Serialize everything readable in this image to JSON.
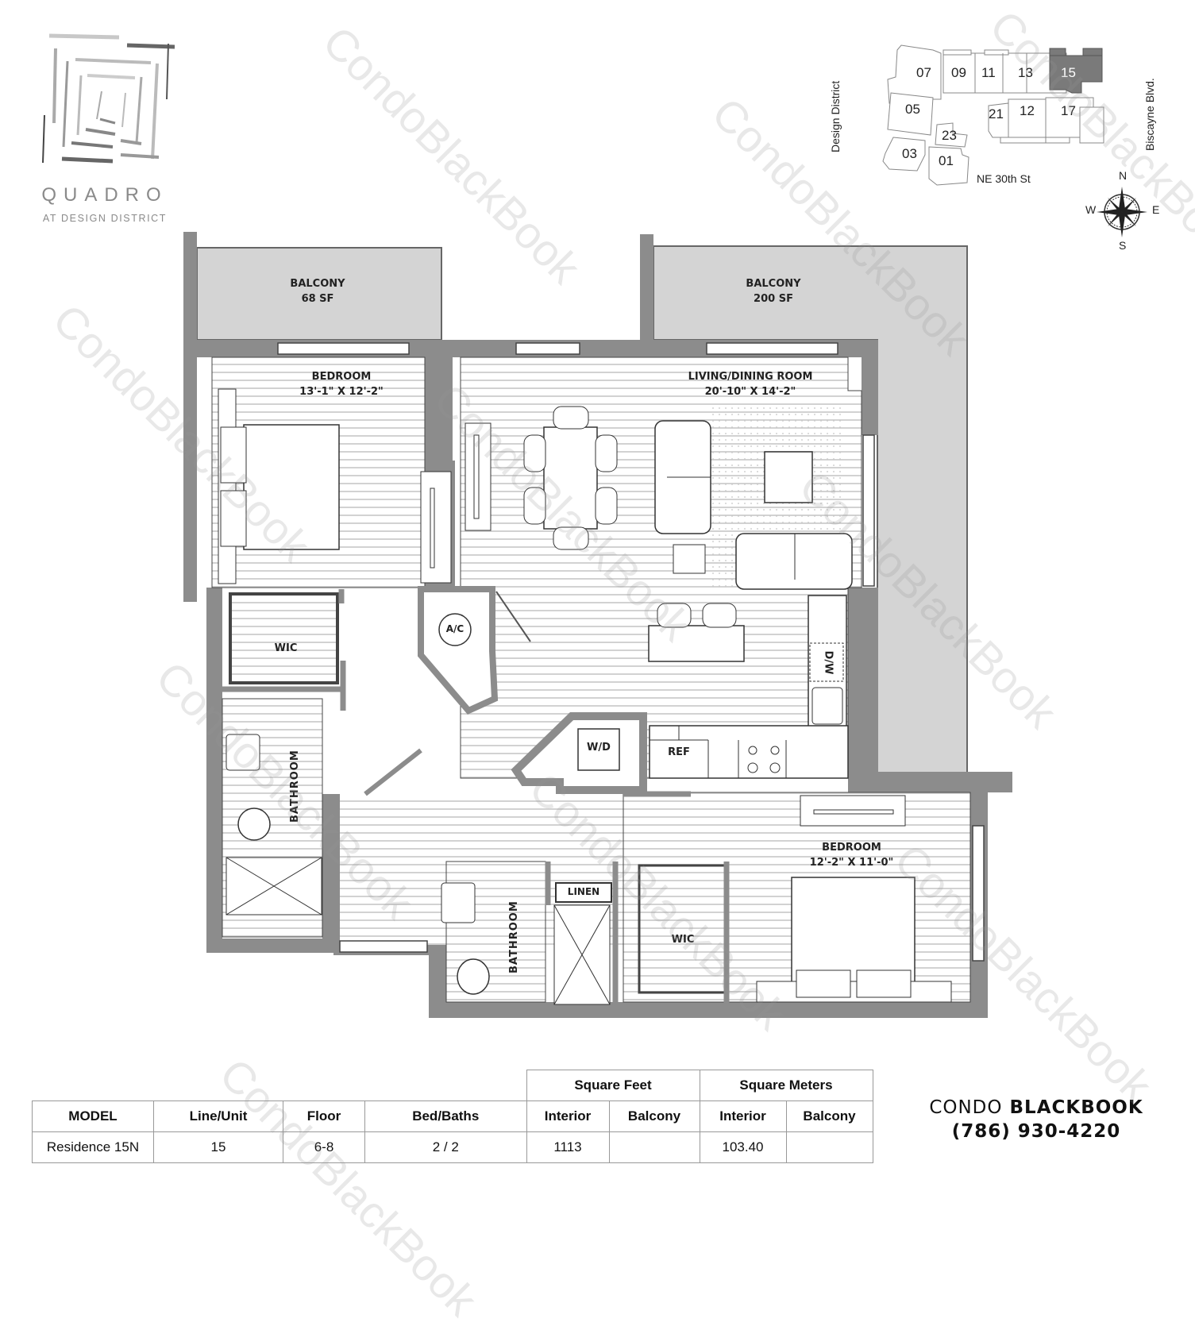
{
  "brand": {
    "name": "QUADRO",
    "subtitle": "AT DESIGN DISTRICT"
  },
  "keyplan": {
    "streets": {
      "west": "Design District",
      "east": "Biscayne Blvd.",
      "south": "NE 30th St"
    },
    "units": [
      "07",
      "09",
      "11",
      "13",
      "15",
      "05",
      "21",
      "12",
      "17",
      "23",
      "03",
      "01"
    ],
    "highlighted_unit": "15",
    "highlight_color": "#7a7a7a"
  },
  "compass": {
    "n": "N",
    "e": "E",
    "s": "S",
    "w": "W"
  },
  "floorplan": {
    "rooms": {
      "balcony1": {
        "name": "BALCONY",
        "size": "68 SF"
      },
      "balcony2": {
        "name": "BALCONY",
        "size": "200 SF"
      },
      "bedroom1": {
        "name": "BEDROOM",
        "size": "13'-1\" X 12'-2\""
      },
      "living": {
        "name": "LIVING/DINING ROOM",
        "size": "20'-10\" X 14'-2\""
      },
      "wic1": "WIC",
      "ac": "A/C",
      "dw": "D/W",
      "wd": "W/D",
      "ref": "REF",
      "bath1": "BATHROOM",
      "bedroom2": {
        "name": "BEDROOM",
        "size": "12'-2\" X 11'-0\""
      },
      "linen": "LINEN",
      "bath2": "BATHROOM",
      "wic2": "WIC"
    },
    "wall_color": "#8c8c8c",
    "balcony_color": "#d4d4d4",
    "floor_line_color": "#cfcfcf"
  },
  "spec_table": {
    "group_headers": {
      "sqft": "Square Feet",
      "sqm": "Square Meters"
    },
    "headers": [
      "MODEL",
      "Line/Unit",
      "Floor",
      "Bed/Baths",
      "Interior",
      "Balcony",
      "Interior",
      "Balcony"
    ],
    "row": [
      "Residence 15N",
      "15",
      "6-8",
      "2 / 2",
      "1113",
      "",
      "103.40",
      ""
    ]
  },
  "contact": {
    "company_light": "CONDO",
    "company_bold": "BLACKBOOK",
    "phone": "(786) 930-4220"
  },
  "watermark": "CondoBlackBook"
}
